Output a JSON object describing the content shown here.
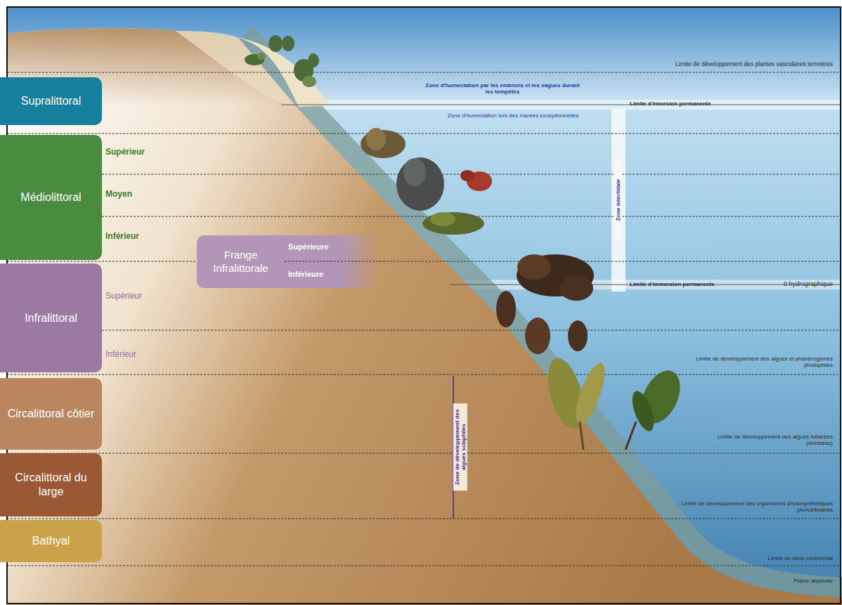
{
  "diagram": {
    "nodes": [
      {
        "text": [
          "Supralittoral"
        ]
      },
      {
        "text": [
          "Médiolittoral"
        ]
      },
      {
        "text": [
          "Frange Infralittorale"
        ]
      },
      {
        "text": [
          "Infralittoral"
        ]
      },
      {
        "text": [
          "Circalittoral côtier"
        ]
      },
      {
        "text": [
          "Circalittoral du large"
        ]
      },
      {
        "text": [
          "Bathyal"
        ]
      }
    ],
    "labels": [
      "Limite de développement des plantes vasculaires terrestres",
      "Zone d'humectation par les embruns et les vagues durant les tempêtes",
      "Limite d'émersion permanente",
      "Zone d'humectation lors des marées exceptionnelles",
      "Supérieur",
      "Moyen",
      "Inférieur",
      "Zone intertidale",
      "Supérieure",
      "Inférieure",
      "Limite d'immersion permanente",
      "0 hydrographique",
      "Supérieur",
      "Inférieur",
      "Limite de développement des algues et phanérogames photophiles",
      "Zone de développement des algues sciaphiles",
      "Limite de développement des algues foliacées (dressées)",
      "Limite de développement des organismes photosynthétiques pluricellulaires",
      "Limite du talus continental",
      "Plaine abyssale"
    ]
  }
}
